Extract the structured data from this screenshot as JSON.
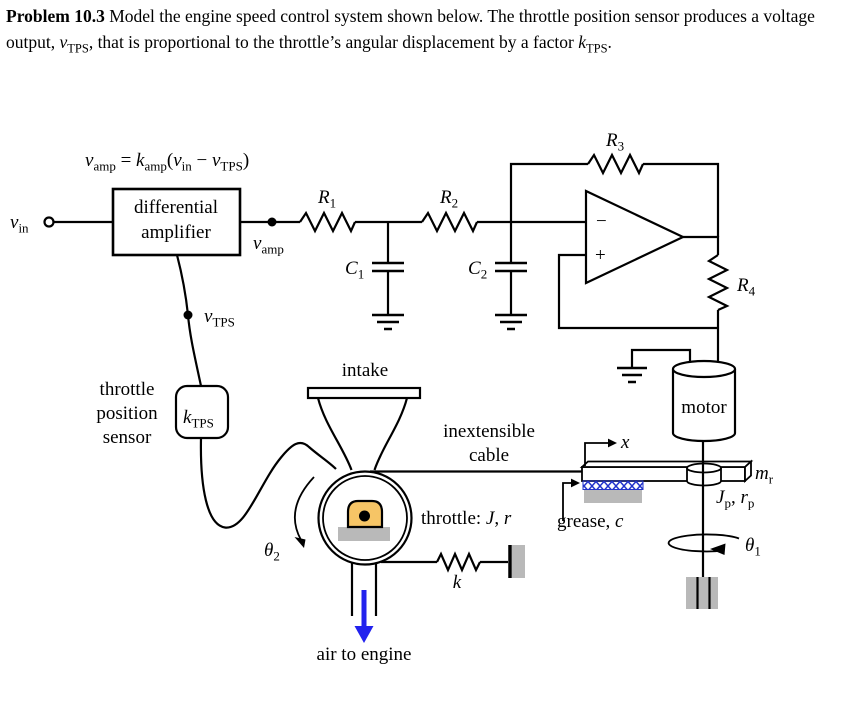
{
  "colors": {
    "ink": "#000000",
    "opamp_sign_blue": "#3d4f73",
    "air_arrow_blue": "#2222ee",
    "grease_hatch_blue": "#2233cc",
    "throttle_dome_tan": "#f6c566",
    "pad_gray": "#b9b9b9"
  },
  "problem": {
    "label": "Problem 10.3",
    "s1": " Model the engine speed control system shown below. The throttle position sensor produces a voltage output, ",
    "v_base": "v",
    "v_sub": "TPS",
    "s2": ", that is proportional to the throttle’s angular displacement by a factor ",
    "k_base": "k",
    "k_sub": "TPS",
    "s3": "."
  },
  "equation": {
    "v1": "v",
    "v1s": "amp",
    "eq": " = ",
    "k": "k",
    "ks": "amp",
    "open": "(",
    "v2": "v",
    "v2s": "in",
    "minus": " − ",
    "v3": "v",
    "v3s": "TPS",
    "close": ")"
  },
  "labels": {
    "vin_base": "v",
    "vin_sub": "in",
    "amp1": "differential",
    "amp2": "amplifier",
    "vamp_base": "v",
    "vamp_sub": "amp",
    "vtps_base": "v",
    "vtps_sub": "TPS",
    "sens1": "throttle",
    "sens2": "position",
    "sens3": "sensor",
    "ktps_base": "k",
    "ktps_sub": "TPS",
    "r1b": "R",
    "r1s": "1",
    "r2b": "R",
    "r2s": "2",
    "r3b": "R",
    "r3s": "3",
    "r4b": "R",
    "r4s": "4",
    "c1b": "C",
    "c1s": "1",
    "c2b": "C",
    "c2s": "2",
    "minus": "−",
    "plus": "+",
    "motor": "motor",
    "intake": "intake",
    "cab1": "inextensible",
    "cab2": "cable",
    "thr_pre": "throttle: ",
    "thr_J": "J",
    "thr_comma": ", ",
    "thr_r": "r",
    "grease_pre": "grease, ",
    "grease_c": "c",
    "x": "x",
    "mr_base": "m",
    "mr_sub": "r",
    "jp_J": "J",
    "jp_Jsub": "p",
    "jp_comma": ", ",
    "jp_r": "r",
    "jp_rsub": "p",
    "th1_base": "θ",
    "th1_sub": "1",
    "th2_base": "θ",
    "th2_sub": "2",
    "spring_k": "k",
    "air": "air to engine"
  }
}
